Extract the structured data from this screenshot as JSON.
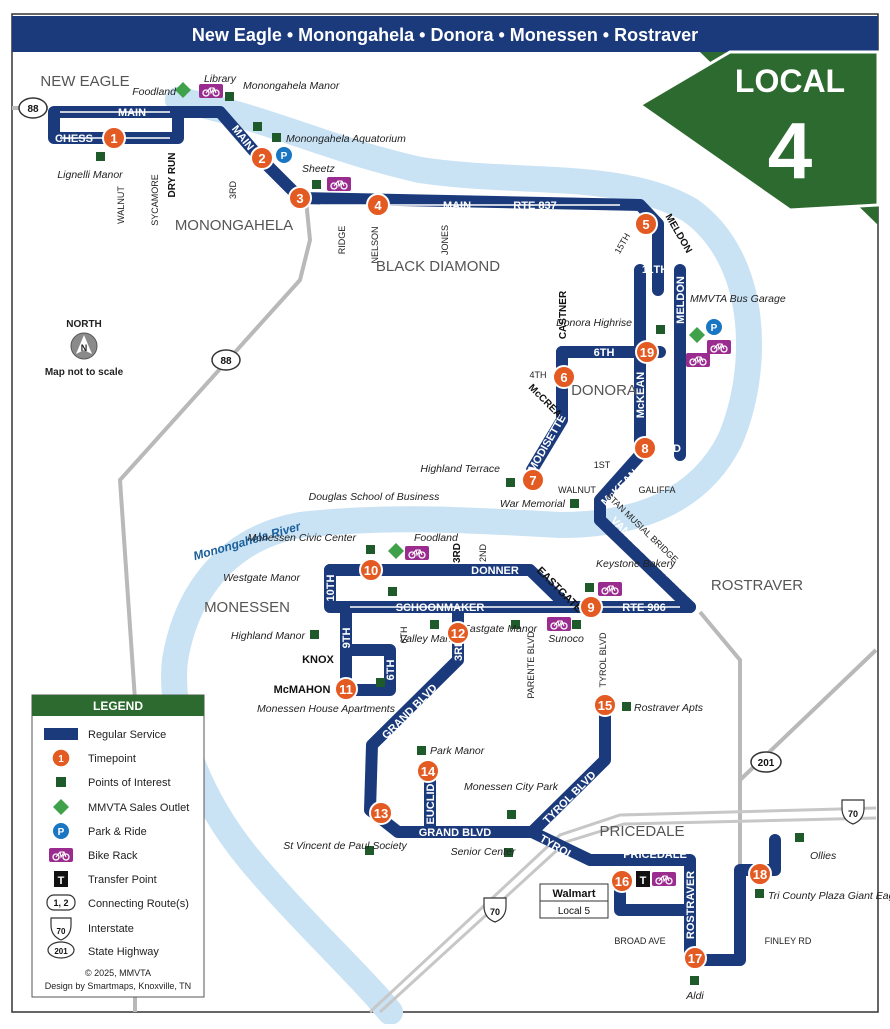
{
  "title": "New Eagle • Monongahela • Donora • Monessen • Rostraver",
  "badge": {
    "line1": "LOCAL",
    "line2": "4"
  },
  "colors": {
    "route": "#1b3a7c",
    "timepoint": "#e35a22",
    "poi": "#1f5a2b",
    "outlet": "#3fa24b",
    "park": "#1876c2",
    "bike": "#9b2c8f",
    "river": "#c9e3f5",
    "green_badge": "#2d6a2f"
  },
  "north": {
    "label": "NORTH",
    "glyph": "N",
    "note": "Map not to scale"
  },
  "towns": {
    "new_eagle": "NEW EAGLE",
    "monongahela": "MONONGAHELA",
    "black_diamond": "BLACK DIAMOND",
    "donora": "DONORA",
    "monessen": "MONESSEN",
    "rostraver": "ROSTRAVER",
    "pricedale": "PRICEDALE"
  },
  "river": "Monongahela River",
  "streets": {
    "main1": "MAIN",
    "chess": "CHESS",
    "main2": "MAIN",
    "main3": "MAIN",
    "rte837": "RTE 837",
    "walnut1": "WALNUT",
    "sycamore": "SYCAMORE",
    "dryrun": "DRY RUN",
    "third1": "3RD",
    "ridge": "RIDGE",
    "nelson": "NELSON",
    "jones": "JONES",
    "fifteenth": "15TH",
    "meldon1": "MELDON",
    "eleventh": "11TH",
    "meldon2": "MELDON",
    "castner": "CASTNER",
    "sixth1": "6TH",
    "fourth": "4TH",
    "mccrea": "McCREA",
    "modisette": "MODISETTE",
    "mckean1": "McKEAN",
    "third2": "3RD",
    "first": "1ST",
    "walnut2": "WALNUT",
    "galiffa": "GALIFFA",
    "mckean2": "McKEAN",
    "stanmusial": "STAN MUSIAL BRIDGE",
    "vance": "VANCE DEICAS HWY",
    "rte906": "RTE 906",
    "eastgate": "EASTGATE",
    "third3": "3RD",
    "second": "2ND",
    "donner": "DONNER",
    "tenth": "10TH",
    "schoonmaker": "SCHOONMAKER",
    "ninth": "9TH",
    "sixth2": "6TH",
    "sixth3": "6TH",
    "knox": "KNOX",
    "mcmahon": "McMAHON",
    "third4": "3RD",
    "parente": "PARENTE BLVD",
    "tyrol1": "TYROL BLVD",
    "grand1": "GRAND BLVD",
    "euclid": "EUCLID",
    "grand2": "GRAND BLVD",
    "tyrol2": "TYROL BLVD",
    "tyrol3": "TYROL",
    "pricedale": "PRICEDALE",
    "rostraver": "ROSTRAVER",
    "broad": "BROAD AVE",
    "finley": "FINLEY RD"
  },
  "timepoints": [
    "1",
    "2",
    "3",
    "4",
    "5",
    "6",
    "7",
    "8",
    "9",
    "10",
    "11",
    "12",
    "13",
    "14",
    "15",
    "16",
    "17",
    "18",
    "19"
  ],
  "pois": {
    "foodland1": "Foodland",
    "library": "Library",
    "mon_manor": "Monongahela Manor",
    "aquatorium": "Monongahela Aquatorium",
    "lignelli": "Lignelli Manor",
    "sheetz": "Sheetz",
    "donora_highrise": "Donora Highrise",
    "bus_garage": "MMVTA Bus Garage",
    "highland_terrace": "Highland Terrace",
    "war_memorial": "War Memorial",
    "douglas": "Douglas School of Business",
    "civic": "Monessen Civic Center",
    "foodland2": "Foodland",
    "westgate": "Westgate Manor",
    "keystone": "Keystone Bakery",
    "highland_manor": "Highland Manor",
    "valley": "Valley Manor",
    "eastgate_manor": "Eastgate Manor",
    "sunoco": "Sunoco",
    "house_apts": "Monessen House Apartments",
    "rostraver_apts": "Rostraver Apts",
    "park_manor": "Park Manor",
    "city_park": "Monessen City Park",
    "st_vincent": "St Vincent de Paul Society",
    "senior": "Senior Center",
    "ollies": "Ollies",
    "tricounty": "Tri County Plaza Giant Eagle",
    "aldi": "Aldi",
    "walmart": "Walmart",
    "local5": "Local 5"
  },
  "shields": {
    "r88a": "88",
    "r88b": "88",
    "r201": "201",
    "i70a": "70",
    "i70b": "70"
  },
  "legend": {
    "title": "LEGEND",
    "items": [
      "Regular Service",
      "Timepoint",
      "Points of Interest",
      "MMVTA Sales Outlet",
      "Park & Ride",
      "Bike Rack",
      "Transfer Point",
      "Connecting Route(s)",
      "Interstate",
      "State Highway"
    ],
    "icon_timepoint": "1",
    "icon_park": "P",
    "icon_transfer": "T",
    "icon_connecting": "1, 2",
    "icon_interstate": "70",
    "icon_highway": "201",
    "credit1": "© 2025, MMVTA",
    "credit2": "Design by Smartmaps, Knoxville, TN"
  }
}
